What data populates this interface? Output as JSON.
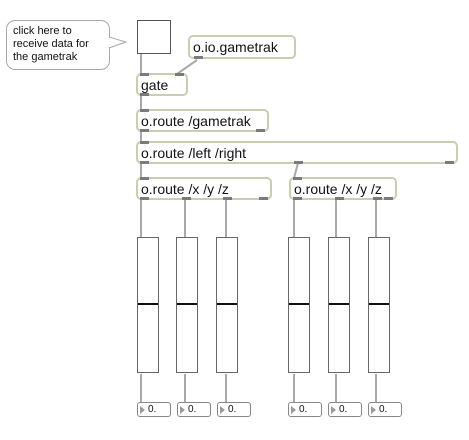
{
  "comment": "click here to receive data for the gametrak",
  "objects": {
    "gametrak": "o.io.gametrak",
    "gate": "gate",
    "route_gametrak": "o.route /gametrak",
    "route_left_right": "o.route /left /right",
    "route_xyz_left": "o.route /x /y /z",
    "route_xyz_right": "o.route /x /y /z"
  },
  "sliders": [
    0.5,
    0.5,
    0.5,
    0.5,
    0.5,
    0.5
  ],
  "numbers": [
    "0.",
    "0.",
    "0.",
    "0.",
    "0.",
    "0."
  ],
  "colors": {
    "object_border": "#c9cdb1",
    "patch_cord": "#a9a9a9",
    "port": "#7a7a7a"
  }
}
